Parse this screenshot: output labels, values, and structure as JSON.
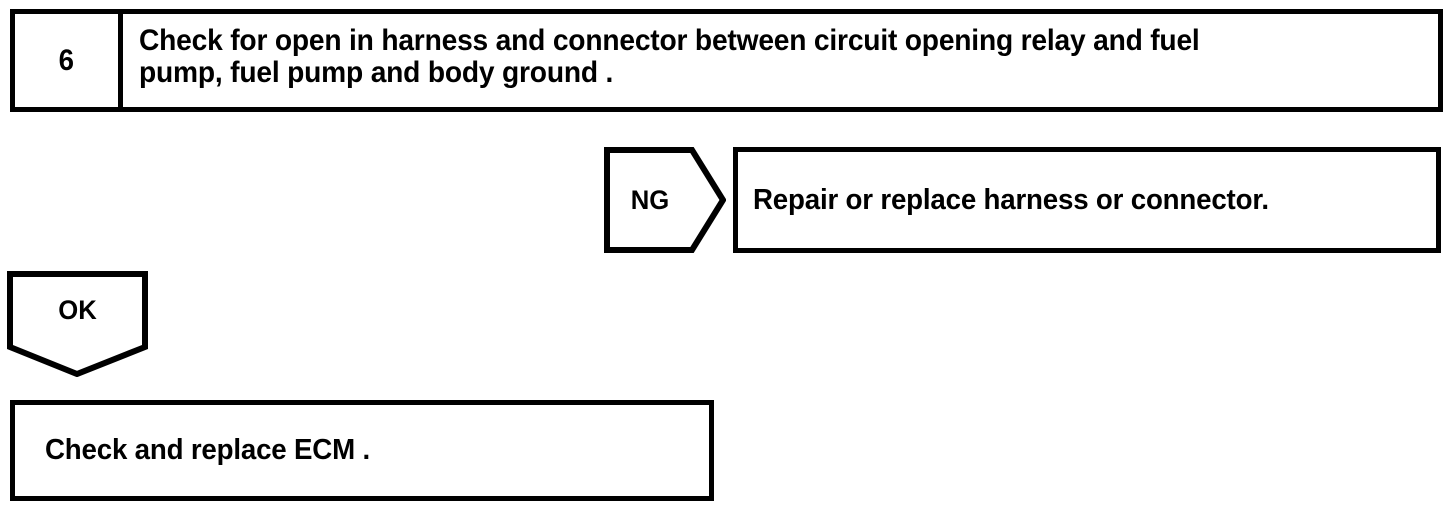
{
  "page": {
    "type": "troubleshooting-flowchart",
    "background_color": "#ffffff",
    "ink_color": "#000000"
  },
  "step": {
    "number": "6",
    "instruction_line1": "Check for open in harness and connector between circuit opening relay and fuel",
    "instruction_line2": "pump, fuel pump and body ground .",
    "instruction_full": "Check for open in harness and connector between circuit opening relay and fuel\npump, fuel pump and body ground ."
  },
  "branches": {
    "ng": {
      "label": "NG",
      "result": "Repair or replace harness or connector.",
      "arrow_direction": "right"
    },
    "ok": {
      "label": "OK",
      "result": "Check and replace ECM .",
      "arrow_direction": "down"
    }
  }
}
